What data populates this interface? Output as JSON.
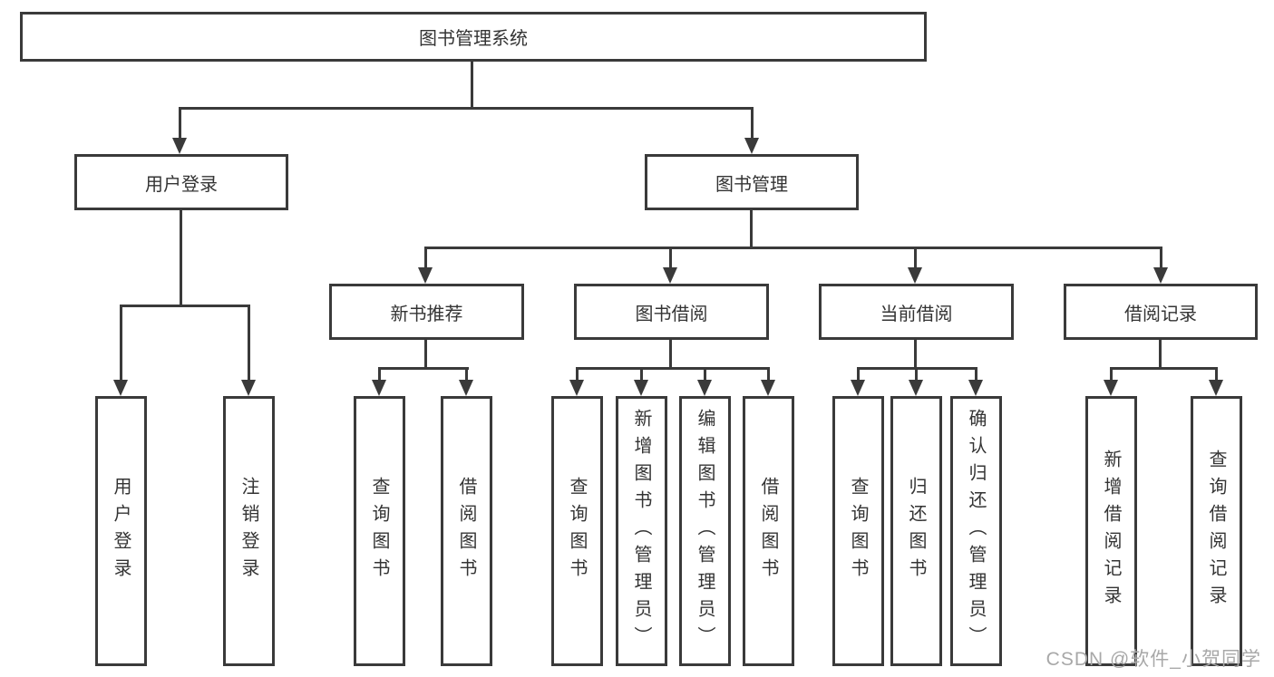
{
  "diagram": {
    "title": "图书管理系统",
    "branches": [
      {
        "label": "用户登录",
        "children": [
          "用户登录",
          "注销登录"
        ]
      },
      {
        "label": "图书管理",
        "children": [
          {
            "label": "新书推荐",
            "children": [
              "查询图书",
              "借阅图书"
            ]
          },
          {
            "label": "图书借阅",
            "children": [
              "查询图书",
              "新增图书（管理员）",
              "编辑图书（管理员）",
              "借阅图书"
            ]
          },
          {
            "label": "当前借阅",
            "children": [
              "查询图书",
              "归还图书",
              "确认归还（管理员）"
            ]
          },
          {
            "label": "借阅记录",
            "children": [
              "新增借阅记录",
              "查询借阅记录"
            ]
          }
        ]
      }
    ]
  },
  "watermark": "CSDN @软件_小贺同学",
  "colors": {
    "line": "#3a3a3a",
    "text": "#343434",
    "watermark": "#a8a8a8",
    "background": "#ffffff"
  }
}
